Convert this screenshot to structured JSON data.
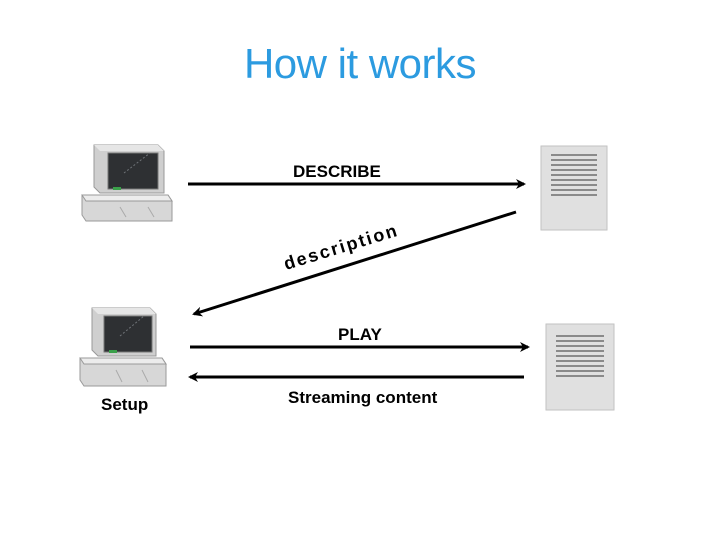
{
  "title": "How it works",
  "labels": {
    "describe": "DESCRIBE",
    "description": "description",
    "play": "PLAY",
    "streaming": "Streaming content",
    "setup": "Setup"
  },
  "colors": {
    "title": "#2c9be0",
    "arrow": "#000000",
    "server_body": "#e0e0e0",
    "server_lines": "#8a8a8a",
    "monitor_screen": "#2e3033"
  },
  "icons": [
    "computer-icon",
    "server-icon"
  ]
}
